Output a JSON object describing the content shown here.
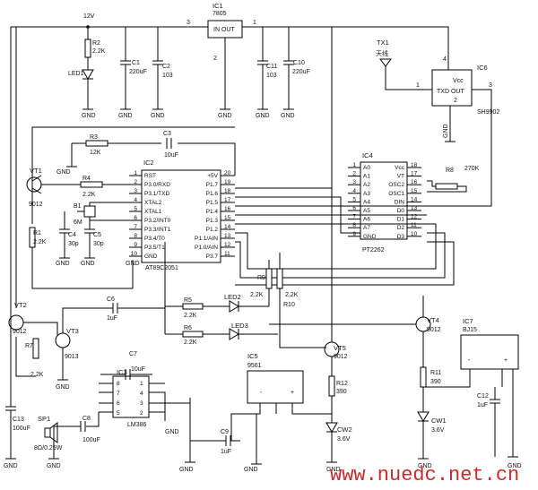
{
  "watermark": "www.nuedc.net.cn",
  "supply": {
    "vin": "12V",
    "nets": [
      "3",
      "2",
      "1"
    ]
  },
  "ic1": {
    "ref": "IC1",
    "part": "7805",
    "label": "IN OUT"
  },
  "ic2": {
    "ref": "IC2",
    "part": "AT89C2051",
    "left_pins": [
      {
        "name": "RST",
        "num": "1"
      },
      {
        "name": "P3.0/RXD",
        "num": "2"
      },
      {
        "name": "P3.1/TXD",
        "num": "3"
      },
      {
        "name": "XTAL2",
        "num": "4"
      },
      {
        "name": "XTAL1",
        "num": "5"
      },
      {
        "name": "P3.2/INT0",
        "num": "6"
      },
      {
        "name": "P3.3/INT1",
        "num": "7"
      },
      {
        "name": "P3.4/T0",
        "num": "8"
      },
      {
        "name": "P3.5/T1",
        "num": "9"
      },
      {
        "name": "GND",
        "num": "10"
      }
    ],
    "right_pins": [
      {
        "name": "+5V",
        "num": "20"
      },
      {
        "name": "P1.7",
        "num": "19"
      },
      {
        "name": "P1.6",
        "num": "18"
      },
      {
        "name": "P1.5",
        "num": "17"
      },
      {
        "name": "P1.4",
        "num": "16"
      },
      {
        "name": "P1.3",
        "num": "15"
      },
      {
        "name": "P1.2",
        "num": "14"
      },
      {
        "name": "P1.1/AIN",
        "num": "13"
      },
      {
        "name": "P1.0/AIN",
        "num": "12"
      },
      {
        "name": "P3.7",
        "num": "11"
      }
    ]
  },
  "ic4": {
    "ref": "IC4",
    "part": "PT2262",
    "left_pins": [
      {
        "name": "A0",
        "num": "1"
      },
      {
        "name": "A1",
        "num": "2"
      },
      {
        "name": "A2",
        "num": "3"
      },
      {
        "name": "A3",
        "num": "4"
      },
      {
        "name": "A4",
        "num": "5"
      },
      {
        "name": "A5",
        "num": "6"
      },
      {
        "name": "A6",
        "num": "7"
      },
      {
        "name": "A7",
        "num": "8"
      },
      {
        "name": "GND",
        "num": "9"
      }
    ],
    "right_pins": [
      {
        "name": "Vcc",
        "num": "18"
      },
      {
        "name": "VT",
        "num": "17"
      },
      {
        "name": "OSC2",
        "num": "16"
      },
      {
        "name": "OSC1",
        "num": "15"
      },
      {
        "name": "DIN",
        "num": "14"
      },
      {
        "name": "D0",
        "num": "13"
      },
      {
        "name": "D1",
        "num": "12"
      },
      {
        "name": "D2",
        "num": "11"
      },
      {
        "name": "D3",
        "num": "10"
      }
    ]
  },
  "ic3": {
    "ref": "IC3",
    "part": "LM386",
    "pins": [
      "8",
      "1",
      "7",
      "4",
      "6",
      "3",
      "5",
      "2"
    ]
  },
  "ic5": {
    "ref": "IC5",
    "part": "9561"
  },
  "ic6": {
    "ref": "IC6",
    "part": "SH9902",
    "label": "TXD OUT",
    "vcc": "Vcc",
    "pins": [
      "1",
      "2",
      "3",
      "4"
    ]
  },
  "ic7": {
    "ref": "IC7",
    "part": "BJ15"
  },
  "tx1": {
    "ref": "TX1",
    "label": "天线"
  },
  "resistors": [
    {
      "ref": "R2",
      "value": "2.2K"
    },
    {
      "ref": "R3",
      "value": "12K"
    },
    {
      "ref": "R4",
      "value": "2.2K"
    },
    {
      "ref": "R1",
      "value": "2.2K"
    },
    {
      "ref": "R7",
      "value": "2.2K"
    },
    {
      "ref": "R5",
      "value": "2.2K"
    },
    {
      "ref": "R6",
      "value": "2.2K"
    },
    {
      "ref": "R9",
      "value": "2.2K"
    },
    {
      "ref": "R10",
      "value": "2.2K"
    },
    {
      "ref": "R8",
      "value": "270K"
    },
    {
      "ref": "R11",
      "value": "390"
    },
    {
      "ref": "R12",
      "value": "390"
    }
  ],
  "capacitors": [
    {
      "ref": "C1",
      "value": "220uF"
    },
    {
      "ref": "C2",
      "value": "103"
    },
    {
      "ref": "C11",
      "value": "103"
    },
    {
      "ref": "C10",
      "value": "220uF"
    },
    {
      "ref": "C3",
      "value": "10uF"
    },
    {
      "ref": "C4",
      "value": "30p"
    },
    {
      "ref": "C5",
      "value": "30p"
    },
    {
      "ref": "C6",
      "value": "1uF"
    },
    {
      "ref": "C7",
      "value": "10uF"
    },
    {
      "ref": "C8",
      "value": "100uF"
    },
    {
      "ref": "C13",
      "value": "100uF"
    },
    {
      "ref": "C9",
      "value": "1uF"
    },
    {
      "ref": "C12",
      "value": "1uF"
    }
  ],
  "transistors": [
    {
      "ref": "VT1",
      "part": "9012"
    },
    {
      "ref": "VT2",
      "part": "9012"
    },
    {
      "ref": "VT3",
      "part": "9013"
    },
    {
      "ref": "VT4",
      "part": "9012"
    },
    {
      "ref": "VT5",
      "part": "9012"
    }
  ],
  "diodes": [
    {
      "ref": "LED1"
    },
    {
      "ref": "LED2"
    },
    {
      "ref": "LED3"
    },
    {
      "ref": "CW1",
      "value": "3.6V"
    },
    {
      "ref": "CW2",
      "value": "3.6V"
    }
  ],
  "crystal": {
    "ref": "B1",
    "value": "6M"
  },
  "speaker": {
    "ref": "SP1",
    "value": "8Ω/0.25W"
  },
  "ground_label": "GND"
}
